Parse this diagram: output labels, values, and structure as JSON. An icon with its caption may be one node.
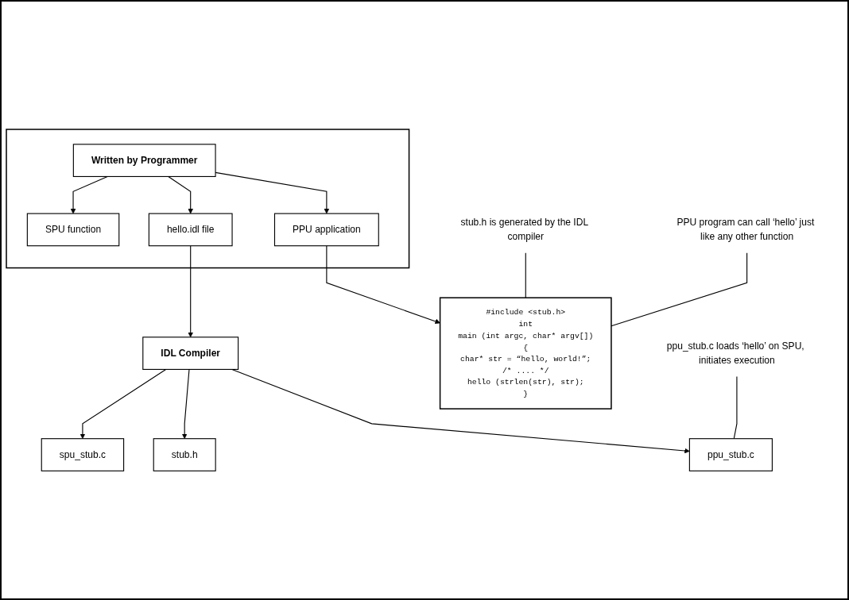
{
  "diagram": {
    "nodes": [
      {
        "text": [
          "stub.h is generated by the IDL compiler"
        ]
      },
      {
        "text": [
          "#include <stub.h>",
          "int",
          "main (int argc, char* argv[])",
          "{",
          "char* str = “hello, world!”;",
          "/* .... */",
          "hello (strlen(str), str);",
          "}"
        ]
      },
      {
        "text": [],
        "shape": "box"
      },
      {
        "text": [
          "Written by Programmer"
        ],
        "in": 2
      },
      {
        "text": [
          "PPU application"
        ],
        "in": 2
      },
      {
        "text": [
          "hello.idl file"
        ],
        "in": 2
      },
      {
        "text": [
          "SPU function"
        ],
        "in": 2
      },
      {
        "text": [
          "IDL Compiler"
        ]
      },
      {
        "text": [
          "ppu_stub.c"
        ]
      },
      {
        "text": [
          "stub.h"
        ]
      },
      {
        "text": [
          "spu_stub.c"
        ]
      },
      {
        "text": [
          "PPU program can call ‘hello’ just like any other function"
        ]
      },
      {
        "text": [
          "ppu_stub.c loads ‘hello’ on SPU, initiates execution"
        ]
      }
    ],
    "edges": [
      {
        "from": 0,
        "to": 1,
        "arrow": "none"
      },
      {
        "from": 3,
        "to": 4,
        "arrow": "to"
      },
      {
        "from": 3,
        "to": 5,
        "arrow": "to"
      },
      {
        "from": 3,
        "to": 6,
        "arrow": "to"
      },
      {
        "from": 4,
        "to": 1,
        "arrow": "to"
      },
      {
        "from": 5,
        "to": 7,
        "arrow": "to"
      },
      {
        "from": 7,
        "to": 8,
        "arrow": "to"
      },
      {
        "from": 7,
        "to": 9,
        "arrow": "to"
      },
      {
        "from": 7,
        "to": 10,
        "arrow": "to"
      },
      {
        "from": 11,
        "to": 1,
        "arrow": "none"
      },
      {
        "from": 12,
        "to": 8,
        "arrow": "none"
      }
    ]
  }
}
